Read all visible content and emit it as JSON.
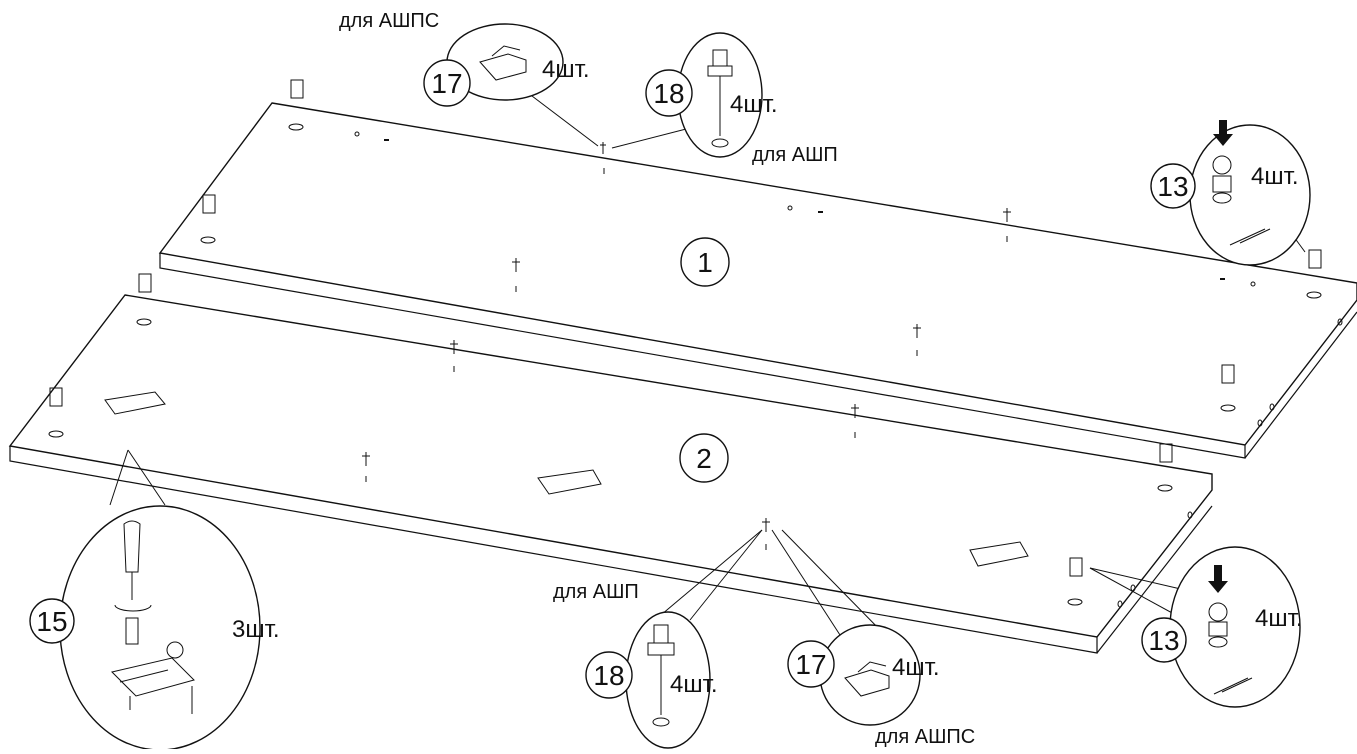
{
  "labels": {
    "for_ashps": "для АШПС",
    "for_ashp": "для АШП"
  },
  "callouts": {
    "c17_top": {
      "number": "17",
      "qty": "4шт."
    },
    "c18_top": {
      "number": "18",
      "qty": "4шт."
    },
    "c13_top": {
      "number": "13",
      "qty": "4шт."
    },
    "c15": {
      "number": "15",
      "qty": "3шт."
    },
    "c18_bottom": {
      "number": "18",
      "qty": "4шт."
    },
    "c17_bottom": {
      "number": "17",
      "qty": "4шт."
    },
    "c13_bottom": {
      "number": "13",
      "qty": "4шт."
    }
  },
  "panels": {
    "panel1": "1",
    "panel2": "2"
  },
  "colors": {
    "line": "#111111",
    "background": "#ffffff"
  }
}
